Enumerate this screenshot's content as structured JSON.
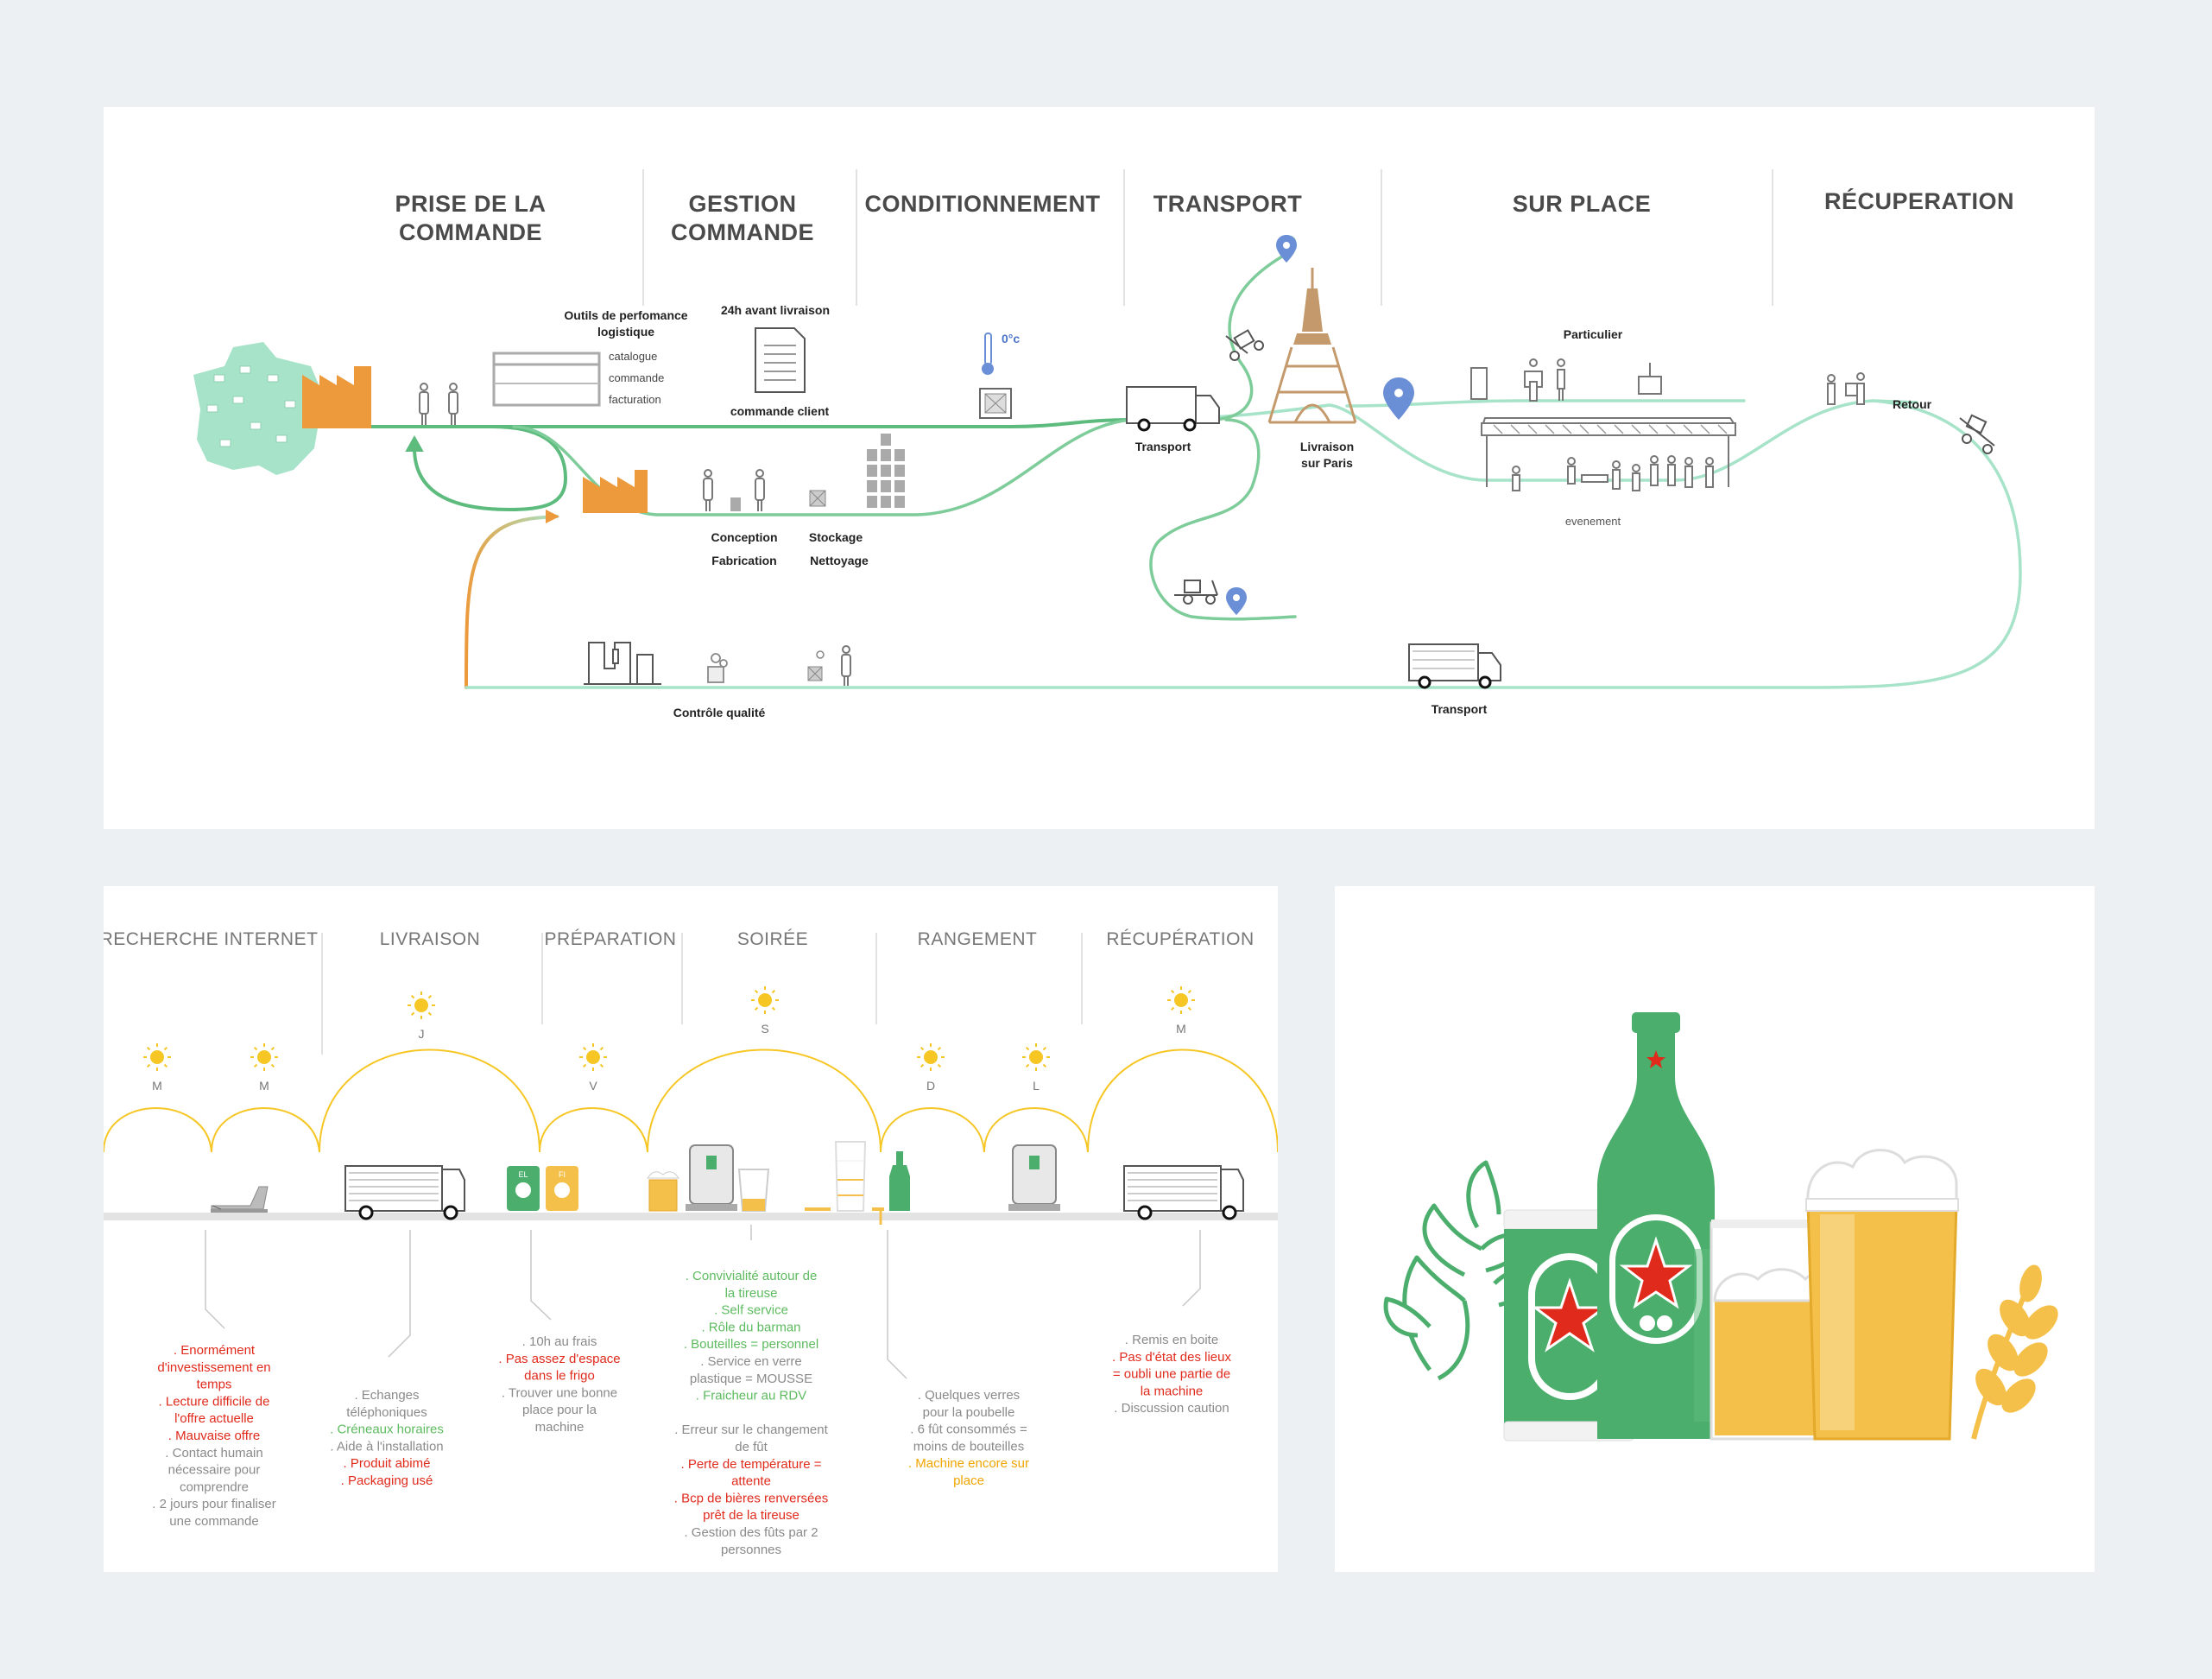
{
  "journey": {
    "phases": [
      "PRISE DE LA\nCOMMANDE",
      "GESTION\nCOMMANDE",
      "CONDITIONNEMENT",
      "TRANSPORT",
      "SUR PLACE",
      "RÉCUPERATION"
    ],
    "labels": {
      "outils": "Outils de perfomance\nlogistique",
      "catalogue": "catalogue",
      "commande": "commande",
      "facturation": "facturation",
      "avant_livraison": "24h avant livraison",
      "commande_client": "commande client",
      "temperature": "0°c",
      "transport_top": "Transport",
      "livraison_paris": "Livraison\nsur Paris",
      "particulier": "Particulier",
      "retour": "Retour",
      "evenement": "evenement",
      "conception": "Conception",
      "fabrication": "Fabrication",
      "stockage": "Stockage",
      "nettoyage": "Nettoyage",
      "controle": "Contrôle qualité",
      "transport_bottom": "Transport"
    }
  },
  "timeline": {
    "phases": [
      "RECHERCHE INTERNET",
      "LIVRAISON",
      "PRÉPARATION",
      "SOIRÉE",
      "RANGEMENT",
      "RÉCUPÉRATION"
    ],
    "days": [
      "M",
      "M",
      "J",
      "V",
      "S",
      "D",
      "L",
      "M"
    ],
    "notes": [
      [
        {
          "t": ". Enormément",
          "c": "r"
        },
        {
          "t": "d'investissement en",
          "c": "r"
        },
        {
          "t": "temps",
          "c": "r"
        },
        {
          "t": ". Lecture difficile de",
          "c": "r"
        },
        {
          "t": "l'offre actuelle",
          "c": "r"
        },
        {
          "t": ". Mauvaise offre",
          "c": "r"
        },
        {
          "t": ". Contact humain",
          "c": "g"
        },
        {
          "t": "nécessaire pour",
          "c": "g"
        },
        {
          "t": "comprendre",
          "c": "g"
        },
        {
          "t": ". 2 jours pour finaliser",
          "c": "g"
        },
        {
          "t": "une commande",
          "c": "g"
        }
      ],
      [
        {
          "t": ". Echanges",
          "c": "g"
        },
        {
          "t": "téléphoniques",
          "c": "g"
        },
        {
          "t": ". Créneaux horaires",
          "c": "gr"
        },
        {
          "t": ". Aide à l'installation",
          "c": "g"
        },
        {
          "t": ". Produit abimé",
          "c": "r"
        },
        {
          "t": ". Packaging usé",
          "c": "r"
        }
      ],
      [
        {
          "t": ". 10h au frais",
          "c": "g"
        },
        {
          "t": ". Pas assez d'espace",
          "c": "r"
        },
        {
          "t": "dans le frigo",
          "c": "r"
        },
        {
          "t": ". Trouver une bonne",
          "c": "g"
        },
        {
          "t": "place pour la",
          "c": "g"
        },
        {
          "t": "machine",
          "c": "g"
        }
      ],
      [
        {
          "t": ". Convivialité autour de",
          "c": "gr"
        },
        {
          "t": "la tireuse",
          "c": "gr"
        },
        {
          "t": ". Self service",
          "c": "gr"
        },
        {
          "t": ". Rôle du barman",
          "c": "gr"
        },
        {
          "t": ". Bouteilles = personnel",
          "c": "gr"
        },
        {
          "t": ". Service en verre",
          "c": "g"
        },
        {
          "t": "plastique = MOUSSE",
          "c": "g"
        },
        {
          "t": ". Fraicheur au RDV",
          "c": "gr"
        },
        {
          "t": "",
          "c": "g"
        },
        {
          "t": ". Erreur sur le changement",
          "c": "g"
        },
        {
          "t": "de fût",
          "c": "g"
        },
        {
          "t": ". Perte de température =",
          "c": "r"
        },
        {
          "t": "attente",
          "c": "r"
        },
        {
          "t": ". Bcp de bières renversées",
          "c": "r"
        },
        {
          "t": "prêt de la tireuse",
          "c": "r"
        },
        {
          "t": ". Gestion des fûts par 2",
          "c": "g"
        },
        {
          "t": "personnes",
          "c": "g"
        }
      ],
      [
        {
          "t": ". Quelques verres",
          "c": "g"
        },
        {
          "t": "pour la poubelle",
          "c": "g"
        },
        {
          "t": ". 6 fût consommés =",
          "c": "g"
        },
        {
          "t": "moins de bouteilles",
          "c": "g"
        },
        {
          "t": ". Machine encore sur",
          "c": "o"
        },
        {
          "t": "place",
          "c": "o"
        }
      ],
      [
        {
          "t": ". Remis en boite",
          "c": "g"
        },
        {
          "t": ". Pas d'état des lieux",
          "c": "r"
        },
        {
          "t": "= oubli une partie de",
          "c": "r"
        },
        {
          "t": "la machine",
          "c": "r"
        },
        {
          "t": ". Discussion caution",
          "c": "g"
        }
      ]
    ],
    "can_labels": [
      "EL",
      "FI"
    ]
  },
  "colors": {
    "green": "#5dbb7e",
    "mint": "#a6e3c8",
    "orange": "#ec9a3c",
    "sun": "#f6c624",
    "brand_green": "#4cae6c",
    "beer": "#f5c04a",
    "red": "#e02a1c",
    "pin": "#6b8fd6",
    "eiffel": "#c49a6c"
  }
}
